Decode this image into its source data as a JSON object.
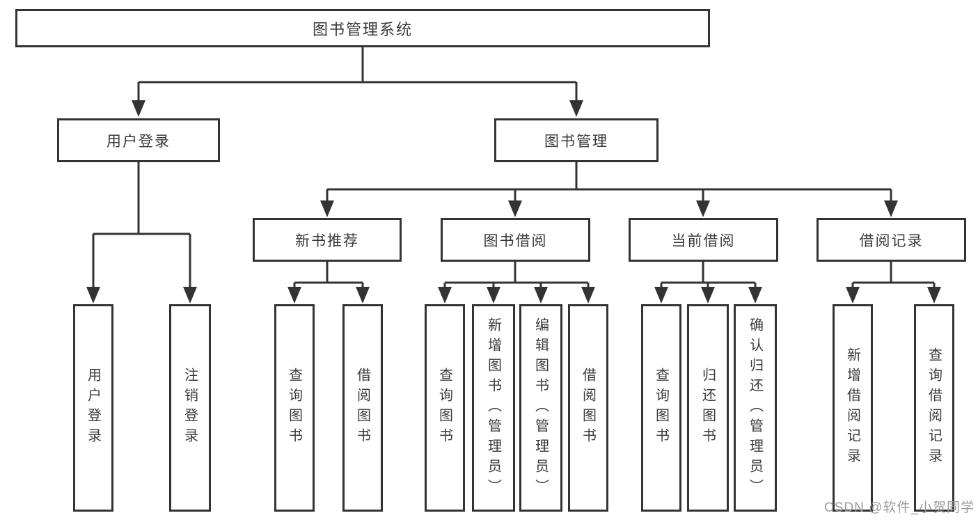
{
  "diagram": {
    "root": {
      "label": "图书管理系统"
    },
    "level2": [
      {
        "label": "用户登录",
        "children": [
          {
            "label": "用户登录"
          },
          {
            "label": "注销登录"
          }
        ]
      },
      {
        "label": "图书管理",
        "children": [
          {
            "label": "新书推荐",
            "children": [
              {
                "label": "查询图书"
              },
              {
                "label": "借阅图书"
              }
            ]
          },
          {
            "label": "图书借阅",
            "children": [
              {
                "label": "查询图书"
              },
              {
                "label": "新增图书（管理员）"
              },
              {
                "label": "编辑图书（管理员）"
              },
              {
                "label": "借阅图书"
              }
            ]
          },
          {
            "label": "当前借阅",
            "children": [
              {
                "label": "查询图书"
              },
              {
                "label": "归还图书"
              },
              {
                "label": "确认归还（管理员）"
              }
            ]
          },
          {
            "label": "借阅记录",
            "children": [
              {
                "label": "新增借阅记录"
              },
              {
                "label": "查询借阅记录"
              }
            ]
          }
        ]
      }
    ]
  },
  "watermark": {
    "text": "CSDN @软件_小贺同学"
  },
  "colors": {
    "line": "#333333",
    "text": "#3a3a3a",
    "watermark": "#9b9b9b",
    "background": "#ffffff"
  }
}
